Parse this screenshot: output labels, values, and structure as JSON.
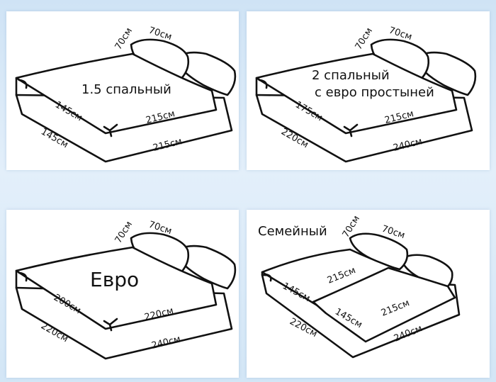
{
  "panels": [
    {
      "title_lines": [
        "1.5 спальный"
      ],
      "pillow_w": "70см",
      "pillow_h": "70см",
      "sheet_w": "145см",
      "sheet_l": "215см",
      "bed_w": "145см",
      "bed_l": "215см"
    },
    {
      "title_lines": [
        "2 спальный",
        "с евро простыней"
      ],
      "pillow_w": "70см",
      "pillow_h": "70см",
      "sheet_w": "175см",
      "sheet_l": "215см",
      "bed_w": "220см",
      "bed_l": "240см"
    },
    {
      "title_lines": [
        "Евро"
      ],
      "pillow_w": "70см",
      "pillow_h": "70см",
      "sheet_w": "200см",
      "sheet_l": "220см",
      "bed_w": "220см",
      "bed_l": "240см"
    },
    {
      "title_lines": [
        "Семейный"
      ],
      "pillow_w": "70см",
      "pillow_h": "70см",
      "duvet1_w": "145см",
      "duvet1_l": "215см",
      "duvet2_w": "145см",
      "duvet2_l": "215см",
      "bed_w": "220см",
      "bed_l": "240см"
    }
  ]
}
